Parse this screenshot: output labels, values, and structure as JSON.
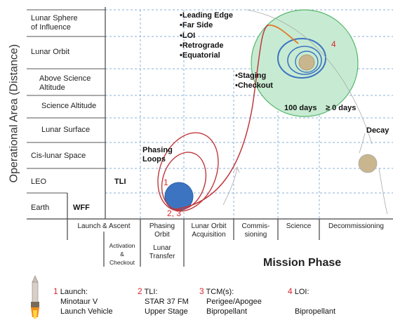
{
  "diagram": {
    "y_axis_title": "Operational Area (Distance)",
    "x_axis_title": "Mission Phase",
    "rows": [
      {
        "key": "soi",
        "label_lines": [
          "Lunar Sphere",
          "of Influence"
        ]
      },
      {
        "key": "lunar_orbit",
        "label_lines": [
          "Lunar Orbit"
        ]
      },
      {
        "key": "above_science",
        "label_lines": [
          "Above Science",
          "Altitude"
        ]
      },
      {
        "key": "science_alt",
        "label_lines": [
          "Science Altitude"
        ]
      },
      {
        "key": "lunar_surface",
        "label_lines": [
          "Lunar Surface"
        ]
      },
      {
        "key": "cislunar",
        "label_lines": [
          "Cis-lunar Space"
        ]
      },
      {
        "key": "leo",
        "label_lines": [
          "LEO"
        ]
      },
      {
        "key": "earth",
        "label_lines": [
          "Earth"
        ]
      }
    ],
    "phases": [
      {
        "key": "launch",
        "label_lines": [
          "Launch & Ascent"
        ]
      },
      {
        "key": "phasing",
        "label_lines": [
          "Phasing",
          "Orbit"
        ]
      },
      {
        "key": "loa",
        "label_lines": [
          "Lunar Orbit",
          "Acquisition"
        ]
      },
      {
        "key": "commissioning",
        "label_lines": [
          "Commis-",
          "sioning"
        ]
      },
      {
        "key": "science",
        "label_lines": [
          "Science"
        ]
      },
      {
        "key": "decommissioning",
        "label_lines": [
          "Decommissioning"
        ]
      }
    ],
    "sub_phases": {
      "activation": [
        "Activation",
        "&",
        "Checkout"
      ],
      "transfer": [
        "Lunar",
        "Transfer"
      ]
    },
    "annotations": {
      "wff": "WFF",
      "tli": "TLI",
      "phasing_loops": [
        "Phasing",
        "Loops"
      ],
      "loi_list": [
        "•Leading Edge",
        "•Far Side",
        "•LOI",
        "•Retrograde",
        "•Equatorial"
      ],
      "staging_list": [
        "•Staging",
        "•Checkout"
      ],
      "science_duration": "100 days",
      "decom_duration": "≥ 0 days",
      "decay": "Decay",
      "marker_1": "1",
      "marker_23": "2, 3",
      "marker_4": "4"
    },
    "colors": {
      "earth_fill": "#3d74c2",
      "moon_sphere_fill": "#c7ebd2",
      "moon_sphere_stroke": "#55b56c",
      "moon_fill": "#c9b68e",
      "moon_orbit_stroke": "#3d74c2",
      "trajectory_stroke": "#c0393b",
      "transfer_stroke": "#e07b2a",
      "marker_red": "#d9262b",
      "grid_dashed": "#8ab0d9"
    }
  },
  "legend": [
    {
      "number": "1",
      "lines": [
        "Launch:",
        "Minotaur V",
        "Launch Vehicle"
      ],
      "icon": "rocket-icon"
    },
    {
      "number": "2",
      "lines": [
        "TLI:",
        "STAR 37 FM",
        "Upper Stage"
      ]
    },
    {
      "number": "3",
      "lines": [
        "TCM(s):",
        "Perigee/Apogee",
        "Bipropellant"
      ]
    },
    {
      "number": "4",
      "lines": [
        "LOI:",
        "",
        "Bipropellant"
      ]
    }
  ]
}
